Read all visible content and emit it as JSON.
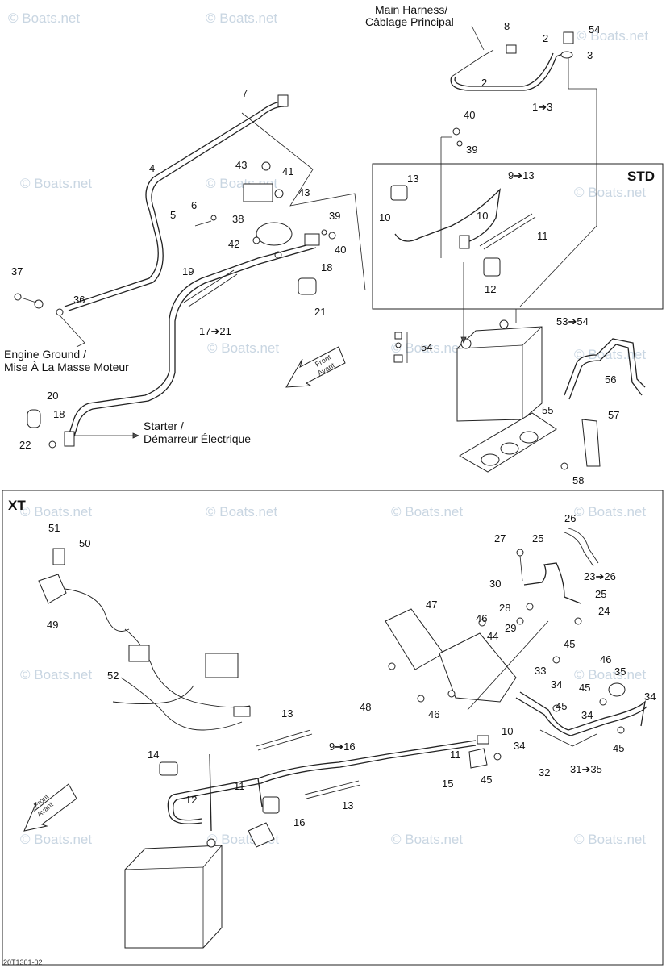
{
  "watermark": "© Boats.net",
  "sections": {
    "std": "STD",
    "xt": "XT"
  },
  "top_labels": {
    "main_harness_line1": "Main Harness/",
    "main_harness_line2": "Câblage Principal",
    "engine_ground_line1": "Engine Ground /",
    "engine_ground_line2": "Mise À La Masse Moteur",
    "starter_line1": "Starter /",
    "starter_line2": "Démarreur Électrique",
    "front_line1": "Front",
    "front_line2": "Avant"
  },
  "callouts_top": {
    "c8": "8",
    "c54a": "54",
    "c2a": "2",
    "c3": "3",
    "c2b": "2",
    "c1to3": "1➔3",
    "c7": "7",
    "c40a": "40",
    "c39a": "39",
    "c4": "4",
    "c43a": "43",
    "c41": "41",
    "c43b": "43",
    "c6": "6",
    "c5": "5",
    "c38": "38",
    "c42": "42",
    "c39b": "39",
    "c40b": "40",
    "c18a": "18",
    "c19": "19",
    "c21": "21",
    "c37": "37",
    "c36": "36",
    "c17to21": "17➔21",
    "c20": "20",
    "c18b": "18",
    "c22": "22",
    "c9to13": "9➔13",
    "c13": "13",
    "c10a": "10",
    "c10b": "10",
    "c11": "11",
    "c12": "12",
    "c53to54": "53➔54",
    "c54b": "54",
    "c56": "56",
    "c55": "55",
    "c57": "57",
    "c58": "58"
  },
  "callouts_xt": {
    "c51": "51",
    "c50": "50",
    "c49": "49",
    "c52": "52",
    "c26": "26",
    "c27": "27",
    "c25a": "25",
    "c23to26": "23➔26",
    "c30": "30",
    "c25b": "25",
    "c28": "28",
    "c24": "24",
    "c29": "29",
    "c47": "47",
    "c46a": "46",
    "c44": "44",
    "c45a": "45",
    "c46b": "46",
    "c35": "35",
    "c33": "33",
    "c34a": "34",
    "c45b": "45",
    "c34b": "34",
    "c48": "48",
    "c46c": "46",
    "c45c": "45",
    "c34c": "34",
    "c34d": "34",
    "c45d": "45",
    "c13a": "13",
    "c9to16": "9➔16",
    "c10": "10",
    "c11a": "11",
    "c32": "32",
    "c31to35": "31➔35",
    "c14": "14",
    "c15": "15",
    "c45e": "45",
    "c12": "12",
    "c11b": "11",
    "c16": "16",
    "c13b": "13"
  },
  "footer": {
    "code": "20T1301-02"
  }
}
